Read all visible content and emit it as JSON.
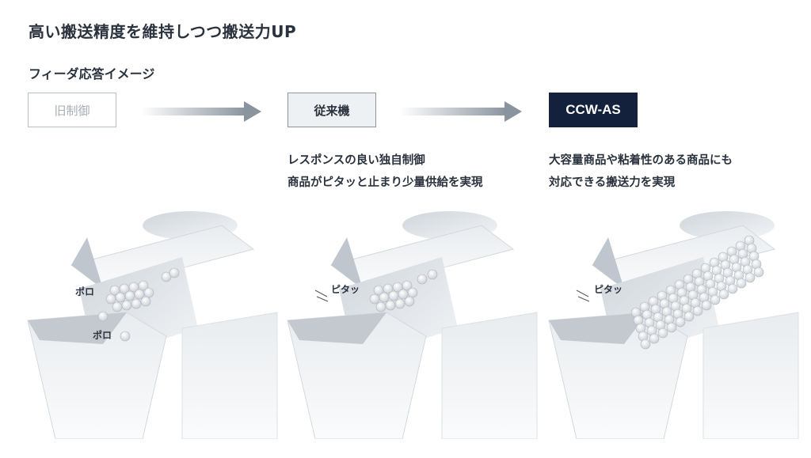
{
  "title": "高い搬送精度を維持しつつ搬送力UP",
  "subtitle": "フィーダ応答イメージ",
  "stages": [
    {
      "label": "旧制御"
    },
    {
      "label": "従来機",
      "description": [
        "レスポンスの良い独自制御",
        "商品がピタッと止まり少量供給を実現"
      ]
    },
    {
      "label": "CCW-AS",
      "description": [
        "大容量商品や粘着性のある商品にも",
        "対応できる搬送力を実現"
      ]
    }
  ],
  "illustration_labels": {
    "old_1": "ポロ",
    "old_2": "ポロ",
    "conv": "ピタッ",
    "ccw": "ピタッ"
  },
  "colors": {
    "navy": "#14213d",
    "arrow": "#8a949f",
    "text": "#2a323d"
  }
}
